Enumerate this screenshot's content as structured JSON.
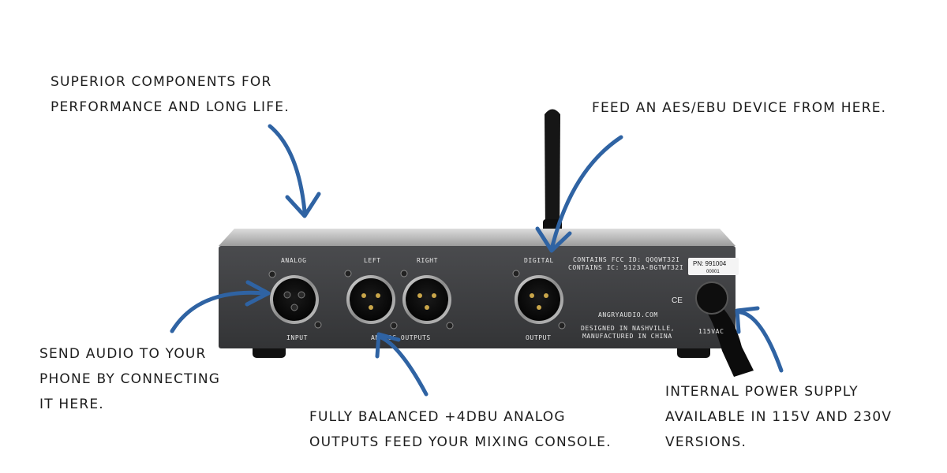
{
  "annotations": {
    "components": [
      "SUPERIOR COMPONENTS FOR",
      "PERFORMANCE AND LONG LIFE."
    ],
    "aes": [
      "FEED AN AES/EBU DEVICE FROM HERE."
    ],
    "input": [
      "SEND AUDIO TO YOUR",
      "PHONE BY CONNECTING",
      "IT HERE."
    ],
    "outputs": [
      "FULLY BALANCED +4DBU ANALOG",
      "OUTPUTS FEED YOUR MIXING CONSOLE."
    ],
    "power": [
      "INTERNAL POWER SUPPLY",
      "AVAILABLE IN 115V AND 230V",
      "VERSIONS."
    ]
  },
  "device": {
    "label_analog": "ANALOG",
    "label_left": "LEFT",
    "label_right": "RIGHT",
    "label_digital": "DIGITAL",
    "label_input": "INPUT",
    "label_analog_outputs": "ANALOG OUTPUTS",
    "label_output": "OUTPUT",
    "fcc_line1": "CONTAINS FCC ID: QOQWT32I",
    "fcc_line2": "CONTAINS IC: 5123A-BGTWT32I",
    "pn_label": "PN: 991004",
    "pn_serial": "00001",
    "ce_mark": "CE",
    "website": "ANGRYAUDIO.COM",
    "made_line1": "DESIGNED IN NASHVILLE,",
    "made_line2": "MANUFACTURED IN CHINA",
    "voltage": "115VAC"
  },
  "colors": {
    "arrow": "#2f63a3",
    "chassis": "#3a3b3d",
    "annotation_text": "#1c1c1c"
  }
}
